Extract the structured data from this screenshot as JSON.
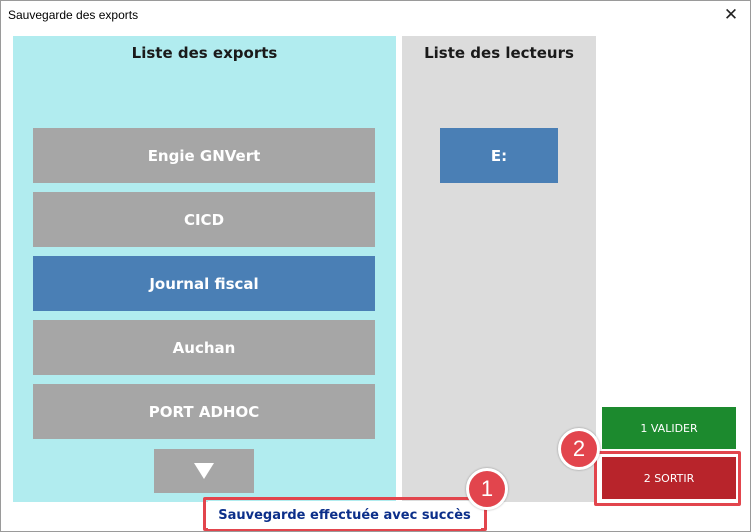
{
  "window": {
    "title": "Sauvegarde des exports",
    "close_glyph": "✕"
  },
  "exports_panel": {
    "title": "Liste des exports",
    "items": [
      {
        "label": "Engie GNVert",
        "selected": false
      },
      {
        "label": "CICD",
        "selected": false
      },
      {
        "label": "Journal fiscal",
        "selected": true
      },
      {
        "label": "Auchan",
        "selected": false
      },
      {
        "label": "PORT ADHOC",
        "selected": false
      }
    ],
    "scroll_down_icon": "triangle-down-icon"
  },
  "readers_panel": {
    "title": "Liste des lecteurs",
    "items": [
      {
        "label": "E:",
        "selected": true
      }
    ]
  },
  "buttons": {
    "valider_label": "1 VALIDER",
    "sortir_label": "2 SORTIR"
  },
  "status_message": "Sauvegarde effectuée avec succès",
  "annotations": {
    "badge_1": "1",
    "badge_2": "2"
  },
  "colors": {
    "exports_panel_bg": "#b1ecef",
    "readers_panel_bg": "#dcdcdc",
    "item_bg": "#a6a6a6",
    "item_selected_bg": "#4a7fb5",
    "valider_bg": "#1c8a2e",
    "sortir_bg": "#b8242b",
    "highlight": "#e2454d",
    "status_text": "#0c2f8a"
  }
}
